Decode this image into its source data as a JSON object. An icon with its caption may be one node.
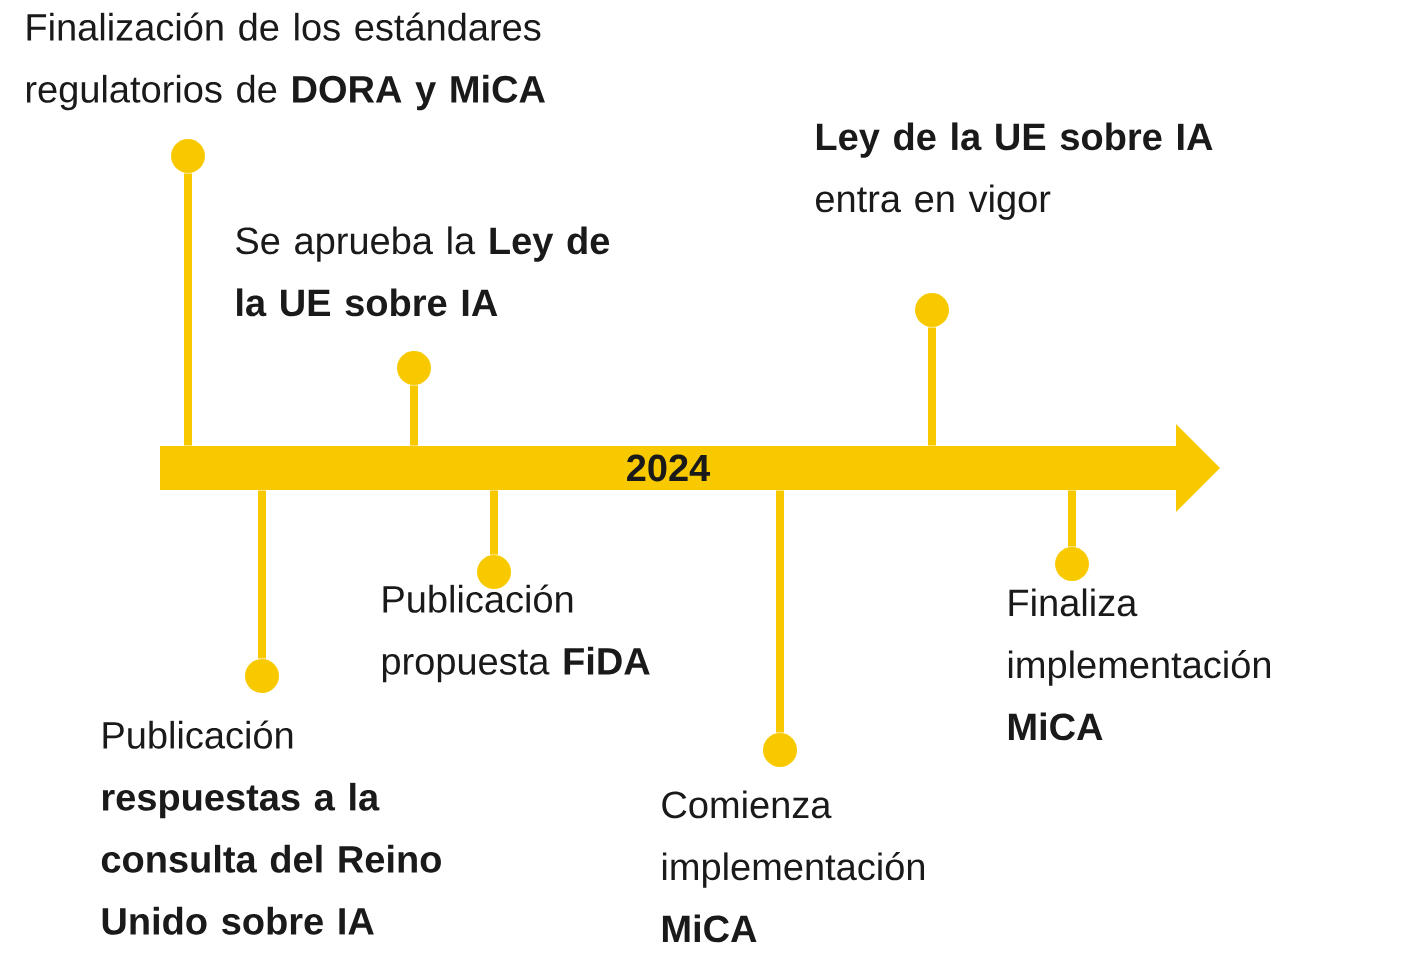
{
  "diagram": {
    "nodes": [
      {
        "text": [
          "2024"
        ]
      },
      {
        "text": [],
        "shape": "circle",
        "beside": [
          "Finalización de los estándares regulatorios de **DORA y MiCA**"
        ]
      },
      {
        "text": [],
        "shape": "circle",
        "beside": [
          "Publicación **respuestas a la consulta del Reino Unido sobre IA**"
        ]
      },
      {
        "text": [],
        "shape": "circle",
        "beside": [
          "Se aprueba la **Ley de la UE sobre IA**"
        ]
      },
      {
        "text": [],
        "shape": "circle",
        "beside": [
          "Publicación propuesta **FiDA**"
        ]
      },
      {
        "text": [],
        "shape": "circle",
        "beside": [
          "Comienza implementación **MiCA**"
        ]
      },
      {
        "text": [],
        "shape": "circle",
        "beside": [
          "**Ley de la UE sobre IA** entra en vigor"
        ]
      },
      {
        "text": [],
        "shape": "circle",
        "beside": [
          "Finaliza implementación **MiCA**"
        ]
      }
    ],
    "edges": [
      {
        "from": 1,
        "to": 0,
        "arrow": "none"
      },
      {
        "from": 2,
        "to": 0,
        "arrow": "none"
      },
      {
        "from": 3,
        "to": 0,
        "arrow": "none"
      },
      {
        "from": 4,
        "to": 0,
        "arrow": "none"
      },
      {
        "from": 5,
        "to": 0,
        "arrow": "none"
      },
      {
        "from": 6,
        "to": 0,
        "arrow": "none"
      },
      {
        "from": 7,
        "to": 0,
        "arrow": "none"
      }
    ]
  }
}
